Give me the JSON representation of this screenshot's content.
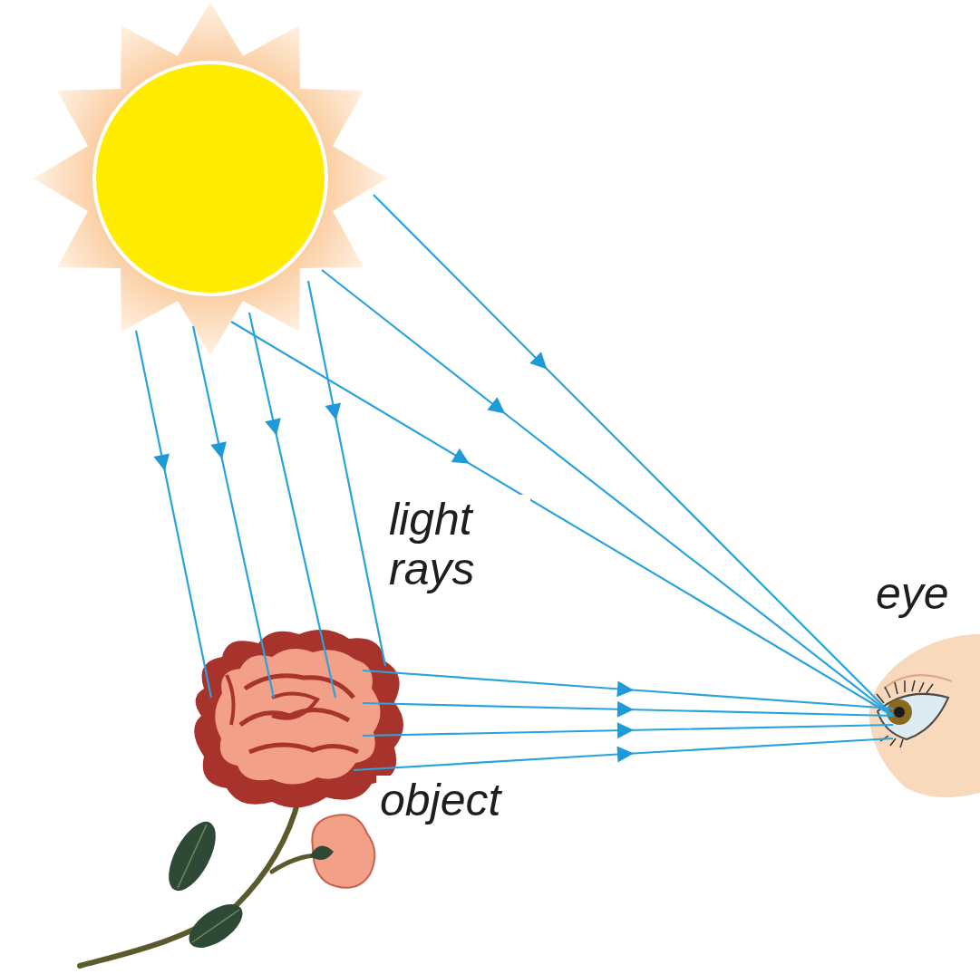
{
  "diagram": {
    "labels": [
      "light rays",
      "eye",
      "object"
    ]
  }
}
